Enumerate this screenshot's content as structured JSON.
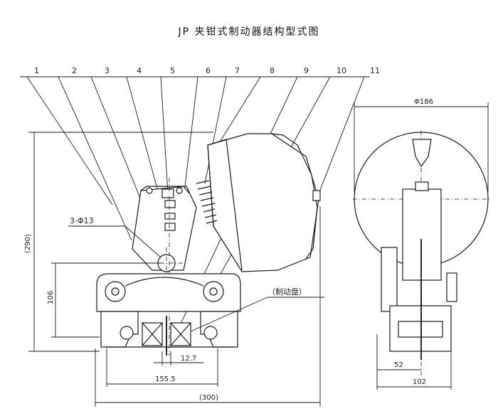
{
  "title": "JP 夹钳式制动器结构型式图",
  "callouts": [
    "1",
    "2",
    "3",
    "4",
    "5",
    "6",
    "7",
    "8",
    "9",
    "10",
    "11"
  ],
  "labels": {
    "bolt_holes": "3-Φ13",
    "brake_disc": "（制动盘）",
    "diameter": "Φ186"
  },
  "dimensions": {
    "height_overall": "(290)",
    "height_base": "106",
    "gap": "12.7",
    "base_width": "155.5",
    "overall_width": "(300)",
    "side_offset": "52",
    "side_width": "102"
  }
}
